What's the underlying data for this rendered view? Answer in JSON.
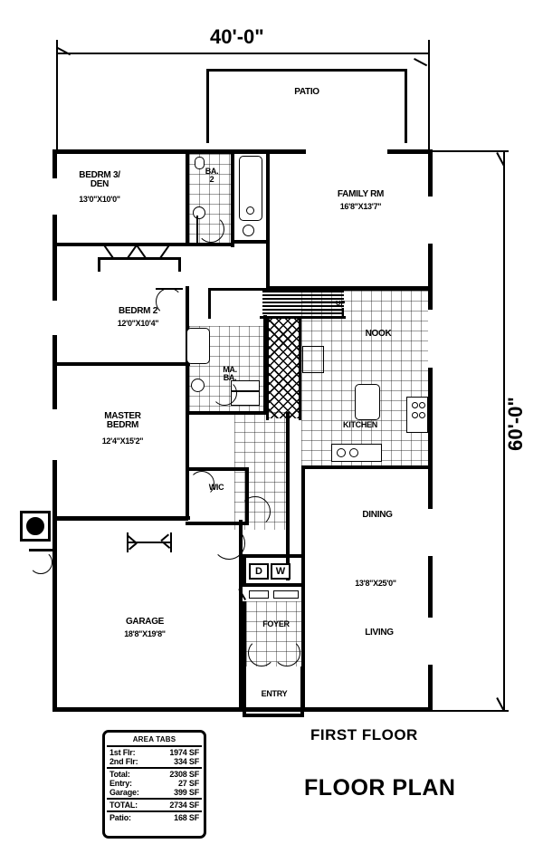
{
  "drawing": {
    "sheet_title": "FLOOR PLAN",
    "floor_title": "FIRST FLOOR",
    "overall_width_label": "40'-0\"",
    "overall_depth_label": "60'-0\""
  },
  "rooms": [
    {
      "id": "patio",
      "name": "PATIO",
      "dim": ""
    },
    {
      "id": "bedrm3",
      "name": "BEDRM 3/\nDEN",
      "dim": "13'0\"X10'0\""
    },
    {
      "id": "bath2",
      "name": "BA.\n2",
      "dim": ""
    },
    {
      "id": "familyrm",
      "name": "FAMILY RM",
      "dim": "16'8\"X13'7\""
    },
    {
      "id": "bedrm2",
      "name": "BEDRM 2",
      "dim": "12'0\"X10'4\""
    },
    {
      "id": "nook",
      "name": "NOOK",
      "dim": ""
    },
    {
      "id": "masterbath",
      "name": "MA.\nBA.",
      "dim": ""
    },
    {
      "id": "kitchen",
      "name": "KITCHEN",
      "dim": ""
    },
    {
      "id": "masterbed",
      "name": "MASTER\nBEDRM",
      "dim": "12'4\"X15'2\""
    },
    {
      "id": "wic",
      "name": "WIC",
      "dim": ""
    },
    {
      "id": "dining",
      "name": "DINING",
      "dim": "13'8\"X25'0\""
    },
    {
      "id": "garage",
      "name": "GARAGE",
      "dim": "18'8\"X19'8\""
    },
    {
      "id": "foyer",
      "name": "FOYER",
      "dim": ""
    },
    {
      "id": "living",
      "name": "LIVING",
      "dim": ""
    },
    {
      "id": "entry",
      "name": "ENTRY",
      "dim": ""
    }
  ],
  "annotations": {
    "stairs_up": "UP",
    "dryer": "D",
    "washer": "W"
  },
  "area_table": {
    "title": "AREA TABS",
    "groups": [
      {
        "rows": [
          {
            "label": "1st Flr:",
            "value": "1974 SF"
          },
          {
            "label": "2nd Flr:",
            "value": "334 SF"
          }
        ]
      },
      {
        "rows": [
          {
            "label": "Total:",
            "value": "2308 SF"
          },
          {
            "label": "Entry:",
            "value": "27 SF"
          },
          {
            "label": "Garage:",
            "value": "399 SF"
          }
        ]
      },
      {
        "rows": [
          {
            "label": "TOTAL:",
            "value": "2734 SF"
          }
        ]
      },
      {
        "rows": [
          {
            "label": "Patio:",
            "value": "168 SF"
          }
        ]
      }
    ]
  },
  "colors": {
    "line": "#000000",
    "background": "#ffffff"
  }
}
